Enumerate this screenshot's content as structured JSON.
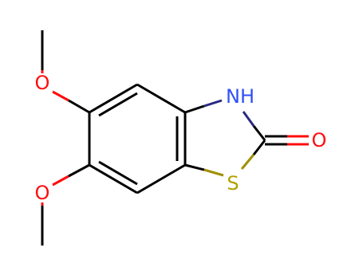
{
  "molecule": {
    "atoms": {
      "o_upper": "O",
      "o_lower": "O",
      "nh": "NH",
      "s": "S",
      "o_carbonyl": "O"
    },
    "colors": {
      "bond": "#000000",
      "oxygen": "#ff0d0d",
      "nitrogen": "#3050f8",
      "nitrogen_bond": "#2a2a80",
      "sulfur": "#b2a000",
      "sulfur_bond": "#a09000"
    }
  }
}
